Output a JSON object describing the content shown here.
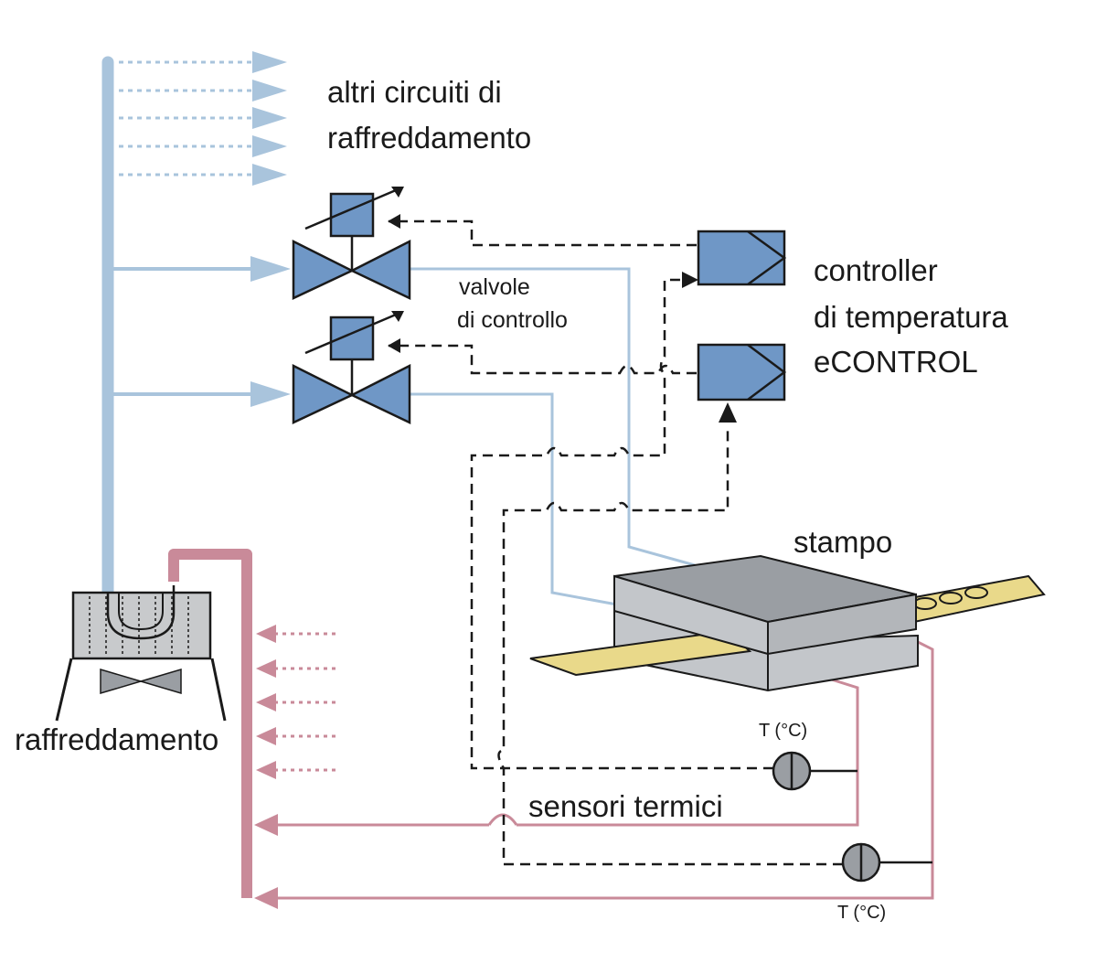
{
  "labels": {
    "other_circuits_line1": "altri circuiti di",
    "other_circuits_line2": "raffreddamento",
    "valves_line1": "valvole",
    "valves_line2": "di controllo",
    "controller_line1": "controller",
    "controller_line2": "di temperatura",
    "controller_line3": "eCONTROL",
    "mould": "stampo",
    "cooling_unit": "raffreddamento",
    "sensors": "sensori termici",
    "temp_unit_1": "T (°C)",
    "temp_unit_2": "T (°C)"
  },
  "colors": {
    "supply_line": "#a9c4dc",
    "return_line": "#c98a99",
    "valve_fill": "#6f97c6",
    "controller_fill": "#6f97c6",
    "mould_top": "#9a9ea3",
    "mould_side": "#c3c6ca",
    "strip_fill": "#e9d98a",
    "signal_line": "#1a1a1a"
  },
  "icons": {
    "valves": "control-valve-icon",
    "controllers": "controller-box-icon",
    "sensors": "temperature-sensor-icon",
    "cooling_unit": "chiller-fan-icon"
  }
}
